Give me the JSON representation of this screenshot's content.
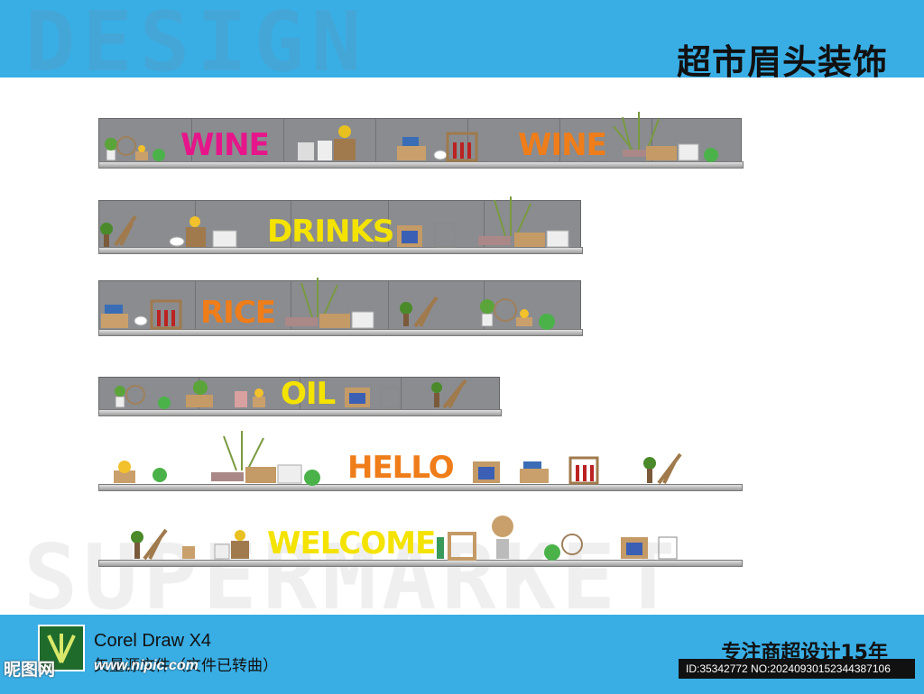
{
  "header": {
    "bg_word": "DESIGN",
    "title": "超市眉头装饰"
  },
  "background": {
    "bottom_word": "SUPERMARKET"
  },
  "shelves": [
    {
      "words": [
        "WINE",
        "WINE"
      ],
      "word_colors": [
        "#e6168a",
        "#ef7d1a"
      ]
    },
    {
      "words": [
        "DRINKS"
      ],
      "word_colors": [
        "#f4e300"
      ]
    },
    {
      "words": [
        "RICE"
      ],
      "word_colors": [
        "#ef7d1a"
      ]
    },
    {
      "words": [
        "OIL"
      ],
      "word_colors": [
        "#f4e300"
      ]
    },
    {
      "words": [
        "HELLO"
      ],
      "word_colors": [
        "#ef7d1a"
      ]
    },
    {
      "words": [
        "WELCOME"
      ],
      "word_colors": [
        "#f4e300"
      ]
    }
  ],
  "footer": {
    "software": "Corel Draw X4",
    "file_note": "矢量源文件（文件已转曲）",
    "slogan": "专注商超设计15年",
    "watermark": "昵图网",
    "site": "www.nipic.com",
    "image_id": "ID:35342772 NO:20240930152344387106"
  },
  "colors": {
    "blue_bar": "#39aee5",
    "shelf_gray": "#8a8c90",
    "pink": "#e6168a",
    "orange": "#ef7d1a",
    "yellow": "#f4e300"
  }
}
